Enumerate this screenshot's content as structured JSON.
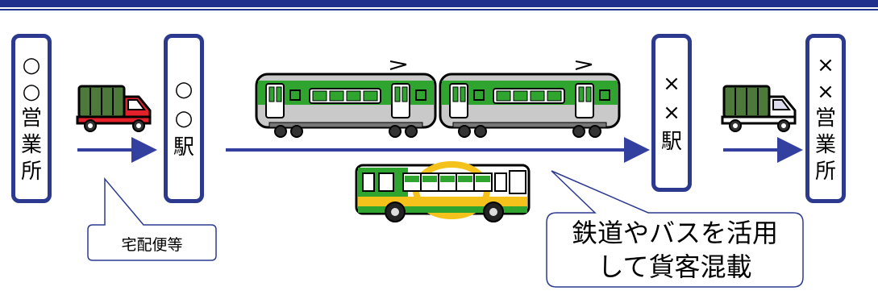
{
  "nodes": [
    {
      "id": "origin-office",
      "chars": [
        "○",
        "○",
        "営",
        "業",
        "所"
      ]
    },
    {
      "id": "origin-station",
      "chars": [
        "○",
        "○",
        "駅"
      ]
    },
    {
      "id": "dest-station",
      "chars": [
        "×",
        "×",
        "駅"
      ]
    },
    {
      "id": "dest-office",
      "chars": [
        "×",
        "×",
        "営",
        "業",
        "所"
      ]
    }
  ],
  "callouts": {
    "delivery": "宅配便等",
    "rail_bus_line1": "鉄道やバスを活用",
    "rail_bus_line2": "して貨客混載"
  },
  "colors": {
    "frame": "#2b3a8f",
    "arrow": "#3340a0",
    "train_green": "#2fa52f",
    "train_body": "#c9c9c9",
    "truck_cab": "#e4202a",
    "truck_cargo": "#4d7a3a",
    "bus_yellow": "#f4c21b"
  }
}
